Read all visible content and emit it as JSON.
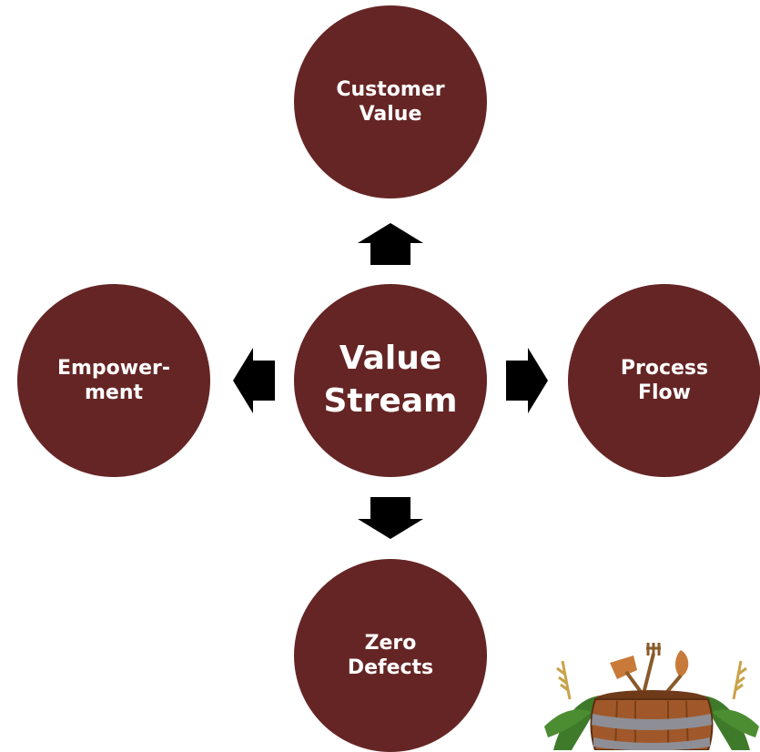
{
  "colors": {
    "circle_fill": "#662525",
    "arrow_fill": "#000000",
    "label_text": "#ffffff"
  },
  "diagram": {
    "center": {
      "label": "Value\nStream"
    },
    "top": {
      "label": "Customer\nValue"
    },
    "right": {
      "label": "Process\nFlow"
    },
    "bottom": {
      "label": "Zero\nDefects"
    },
    "left": {
      "label": "Empower-\nment"
    }
  },
  "arrows": [
    {
      "direction": "up"
    },
    {
      "direction": "right"
    },
    {
      "direction": "down"
    },
    {
      "direction": "left"
    }
  ],
  "logo": {
    "icon": "barrel-emblem-icon"
  }
}
